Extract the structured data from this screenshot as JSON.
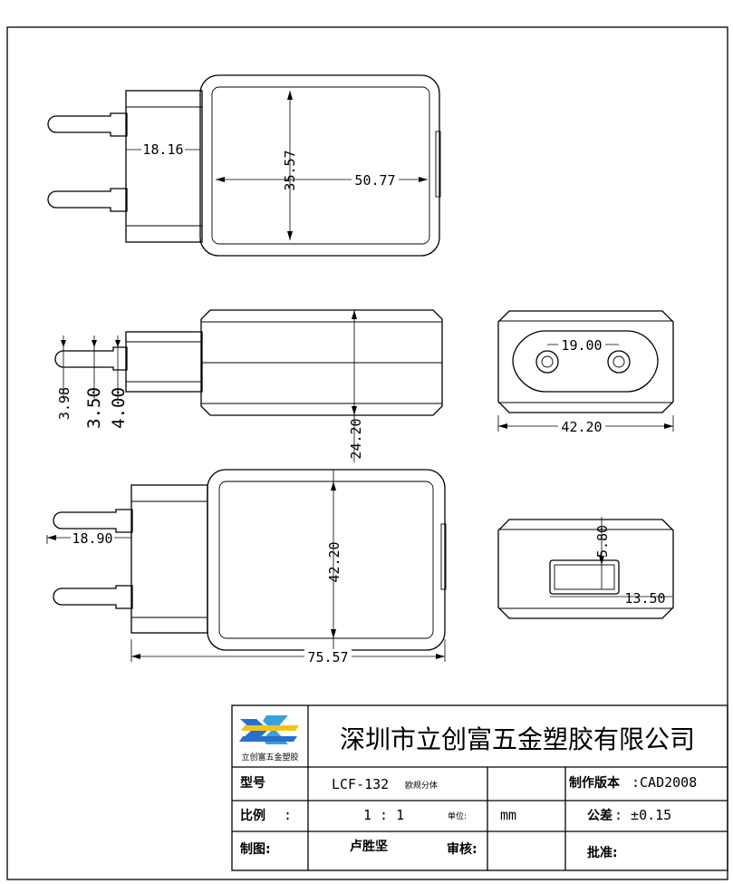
{
  "dimensions": {
    "top_view": {
      "plug_length": "18.16",
      "height": "35.57",
      "width": "50.77"
    },
    "side_view": {
      "pin_a": "3.98",
      "pin_b": "3.50",
      "pin_c": "4.00",
      "depth": "24.20"
    },
    "front_view": {
      "pin_spacing": "19.00",
      "width": "42.20"
    },
    "bottom_view": {
      "plug_length": "18.90",
      "height": "42.20",
      "overall_length": "75.57"
    },
    "usb_view": {
      "port_height": "5.80",
      "port_width": "13.50"
    }
  },
  "title_block": {
    "logo_caption": "立创富五金塑胶",
    "company": "深圳市立创富五金塑胶有限公司",
    "model_label": "型号",
    "model_value": "LCF-132",
    "model_note": "欧规分体",
    "version_label": "制作版本",
    "version_value": ":CAD2008",
    "scale_label": "比例",
    "scale_colon": ":",
    "scale_value": "1 : 1",
    "unit_label": "单位:",
    "unit_value": "mm",
    "tolerance_label": "公差",
    "tolerance_value": ": ±0.15",
    "drawn_label": "制图:",
    "drawn_value": "卢胜坚",
    "review_label": "审核:",
    "approve_label": "批准:"
  }
}
